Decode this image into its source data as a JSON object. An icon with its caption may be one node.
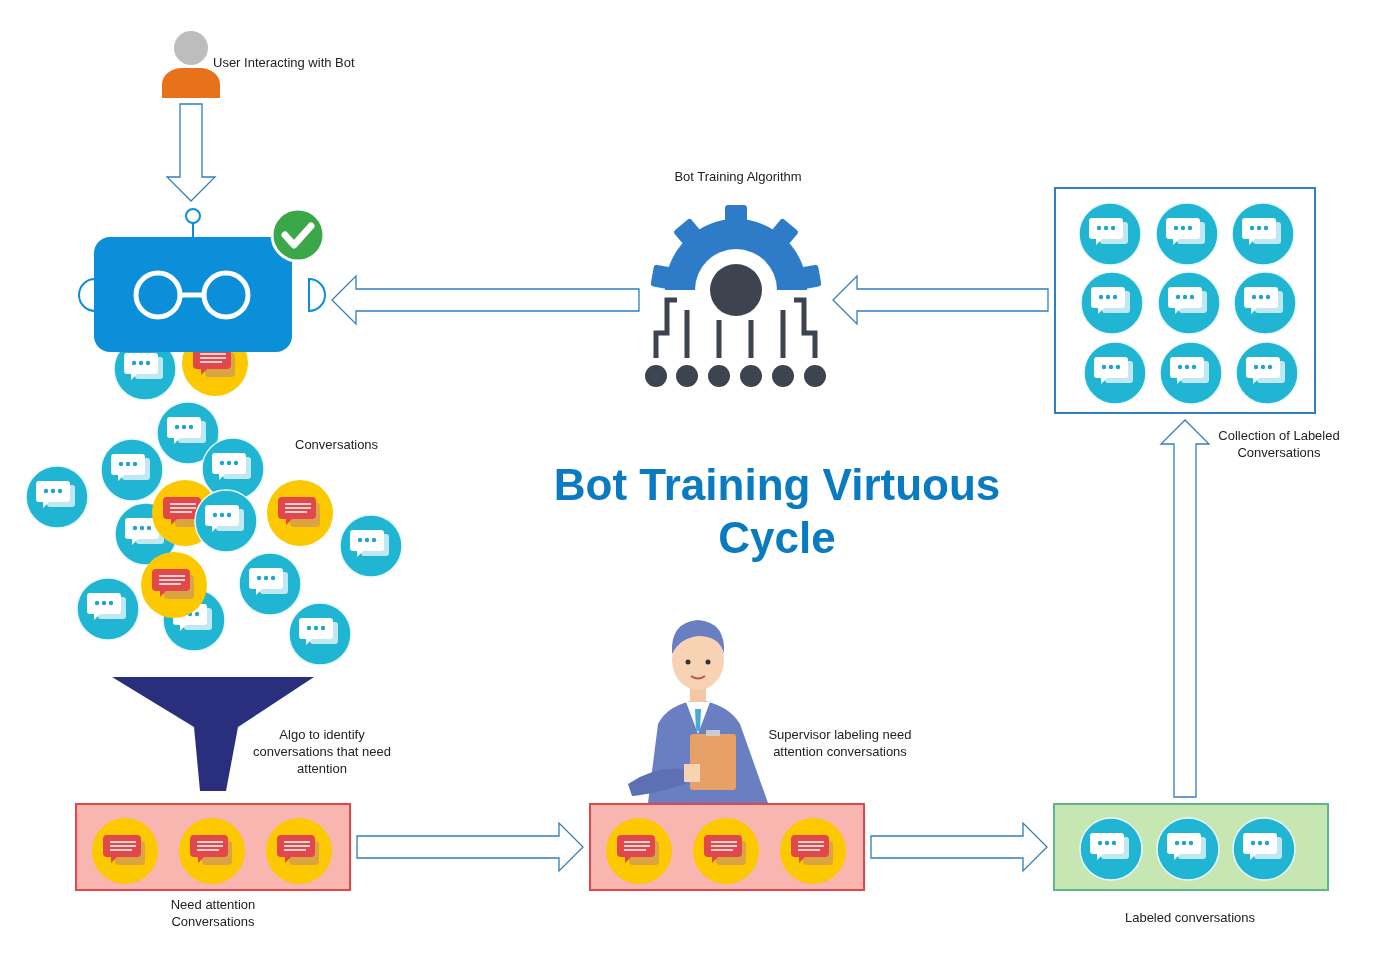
{
  "diagram": {
    "title": "Bot Training Virtuous Cycle",
    "nodes": [
      {
        "text": [],
        "shape": "person",
        "beside": [
          "User Interacting with Bot"
        ]
      },
      {
        "text": [],
        "shape": "picture"
      },
      {
        "text": [],
        "shape": "picture",
        "beside": [
          "Bot Training Algorithm"
        ]
      },
      {
        "text": [],
        "shape": "box",
        "beside": [
          "Collection of Labeled Conversations"
        ]
      },
      {
        "text": [
          "Conversations"
        ]
      },
      {
        "text": [],
        "shape": "picture",
        "beside": [
          "Algo to identify conversations that need attention"
        ]
      },
      {
        "text": [],
        "shape": "box",
        "beside": [
          "Need attention Conversations"
        ]
      },
      {
        "text": [],
        "shape": "person",
        "beside": [
          "Supervisor labeling need attention conversations"
        ]
      },
      {
        "text": [],
        "shape": "box"
      },
      {
        "text": [],
        "shape": "box",
        "beside": [
          "Labeled conversations"
        ]
      }
    ],
    "edges": [
      {
        "from": 0,
        "to": 1,
        "arrow": "to"
      },
      {
        "from": 2,
        "to": 1,
        "arrow": "to"
      },
      {
        "from": 3,
        "to": 2,
        "arrow": "to"
      },
      {
        "from": 6,
        "to": 8,
        "arrow": "to"
      },
      {
        "from": 8,
        "to": 9,
        "arrow": "to"
      },
      {
        "from": 9,
        "to": 3,
        "arrow": "to"
      }
    ]
  }
}
